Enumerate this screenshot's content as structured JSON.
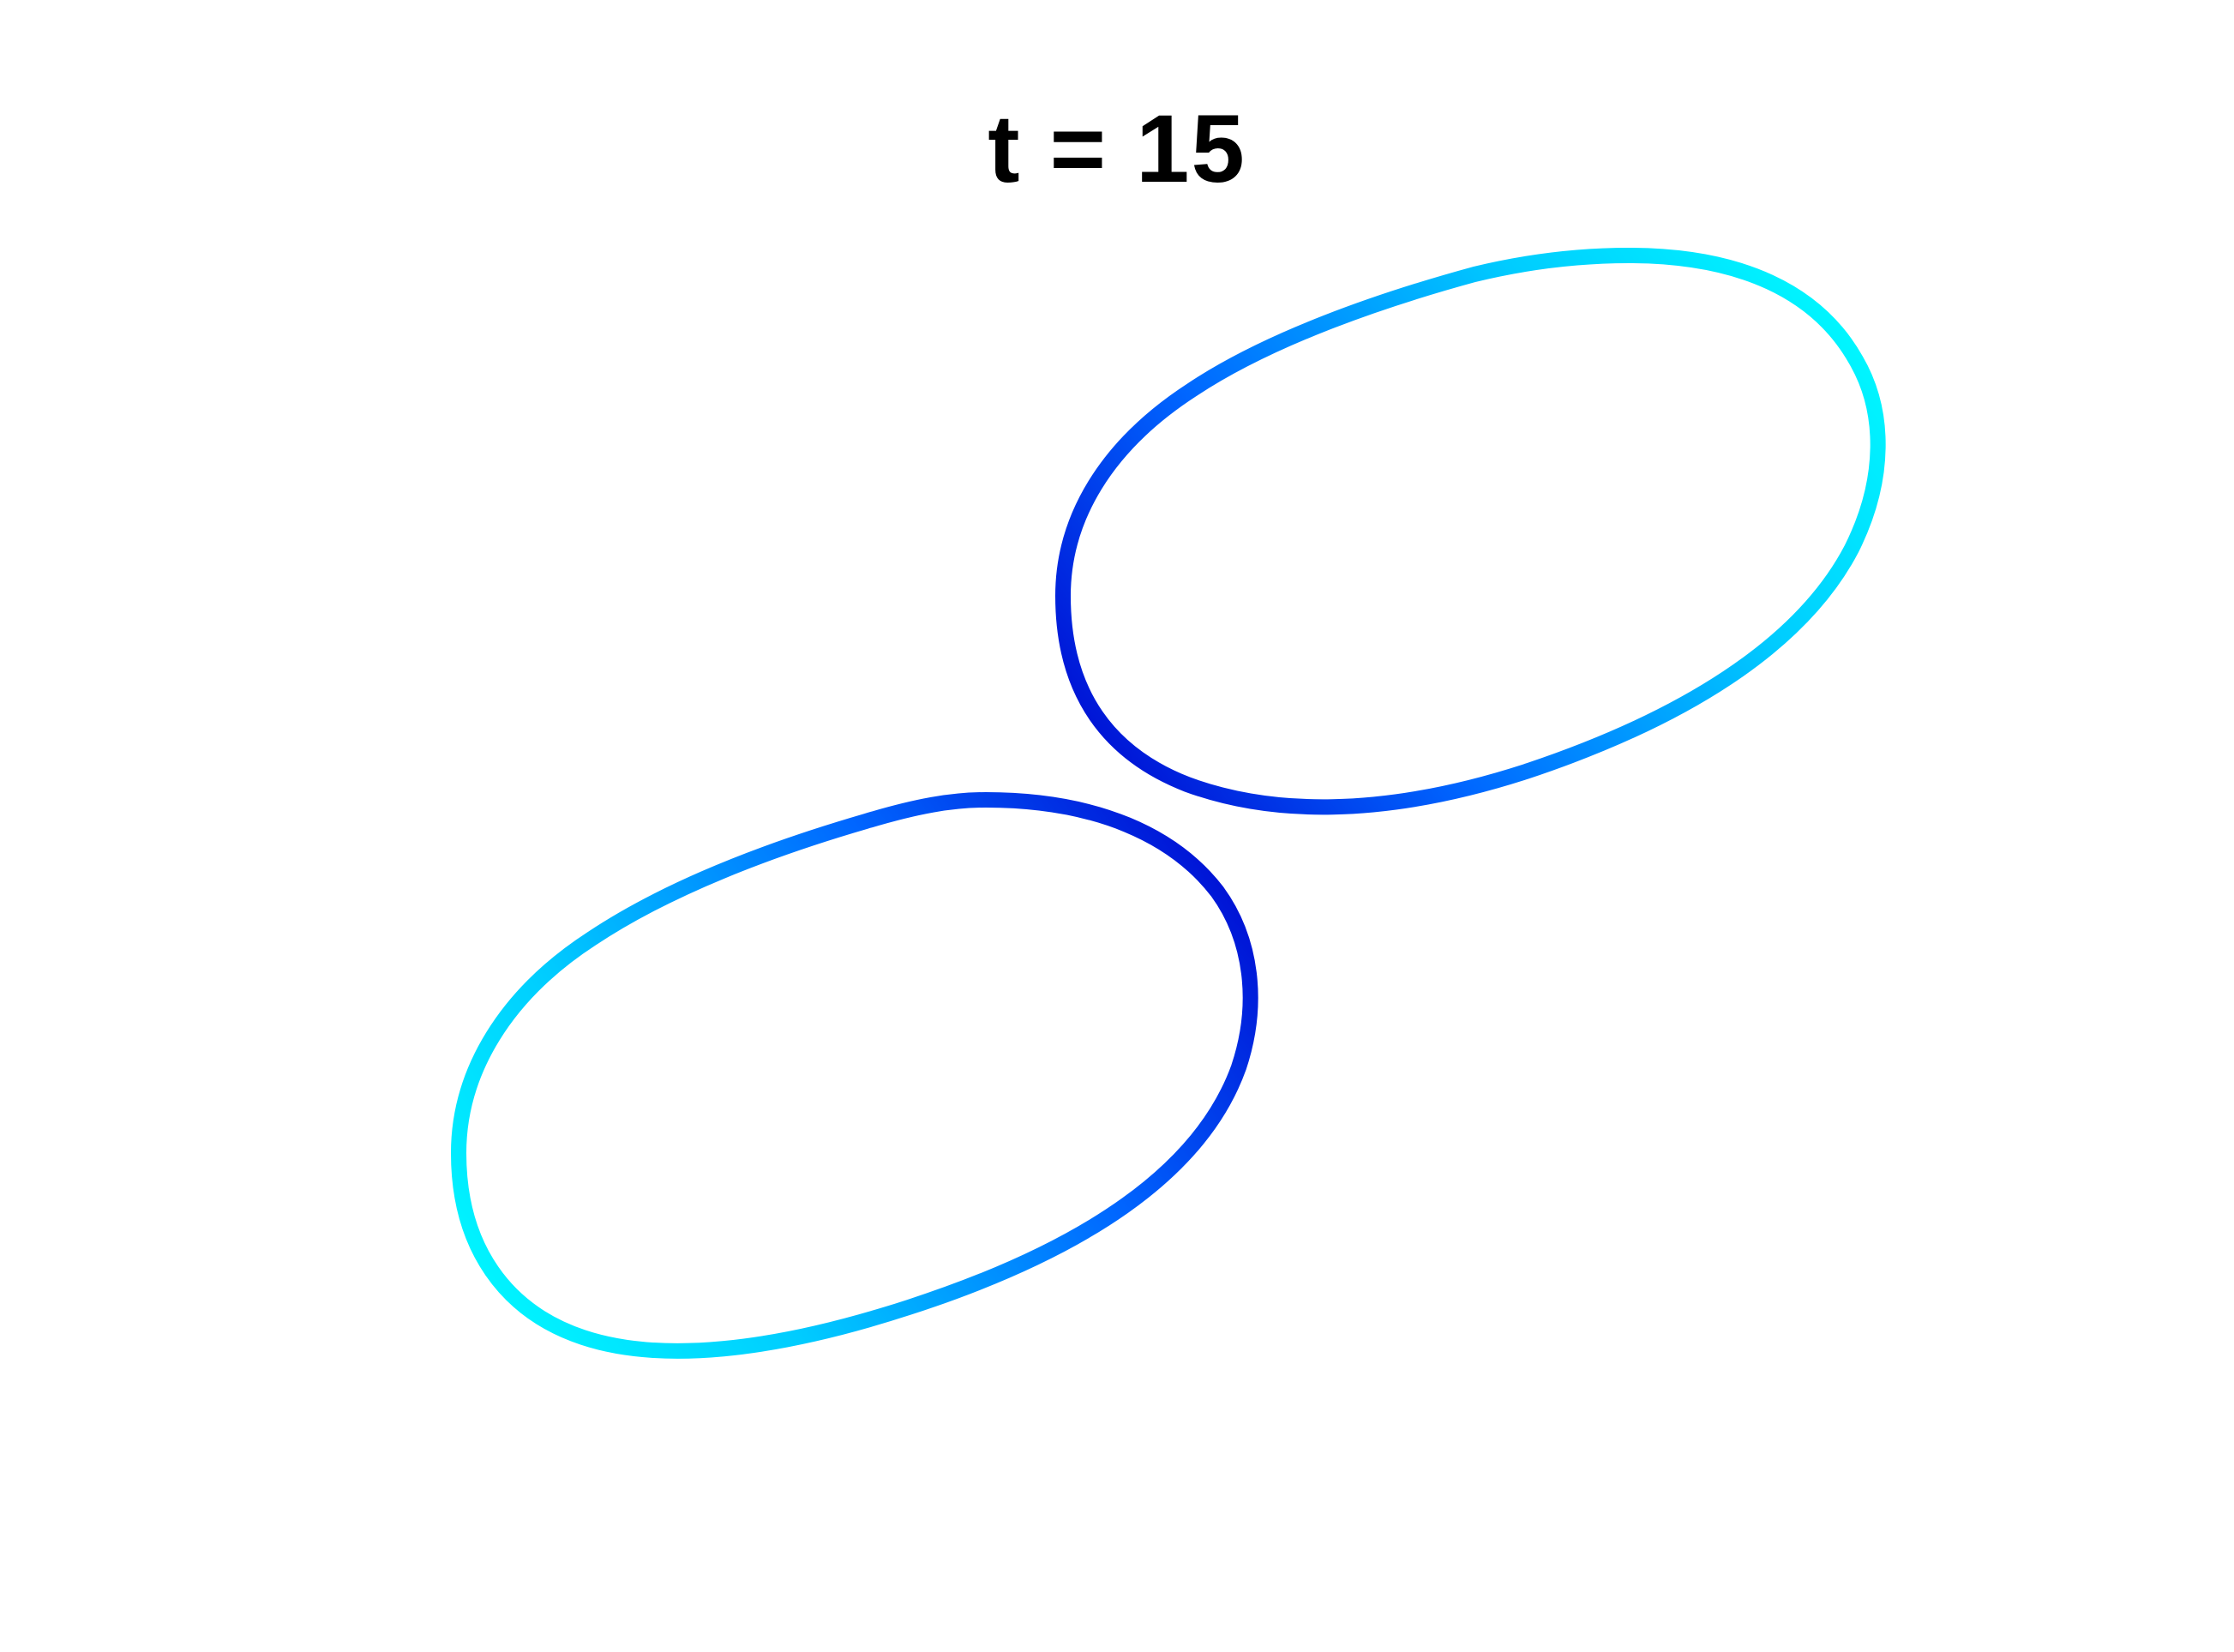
{
  "figure": {
    "title": "t = 15"
  },
  "colors": {
    "background": "#ffffff",
    "title": "#000000",
    "curve_dark": "#0000cc",
    "curve_mid": "#0066ff",
    "curve_light": "#00ffff"
  },
  "shapes": [
    {
      "name": "upper-right-loop",
      "stroke_colors": [
        "#0000cc",
        "#0066ff",
        "#00ccff",
        "#00ffff",
        "#00ccff",
        "#0066ff",
        "#0000cc"
      ]
    },
    {
      "name": "lower-left-loop",
      "stroke_colors": [
        "#0000cc",
        "#0066ff",
        "#00ccff",
        "#00ffff",
        "#00ccff",
        "#0066ff",
        "#0000cc"
      ]
    }
  ]
}
